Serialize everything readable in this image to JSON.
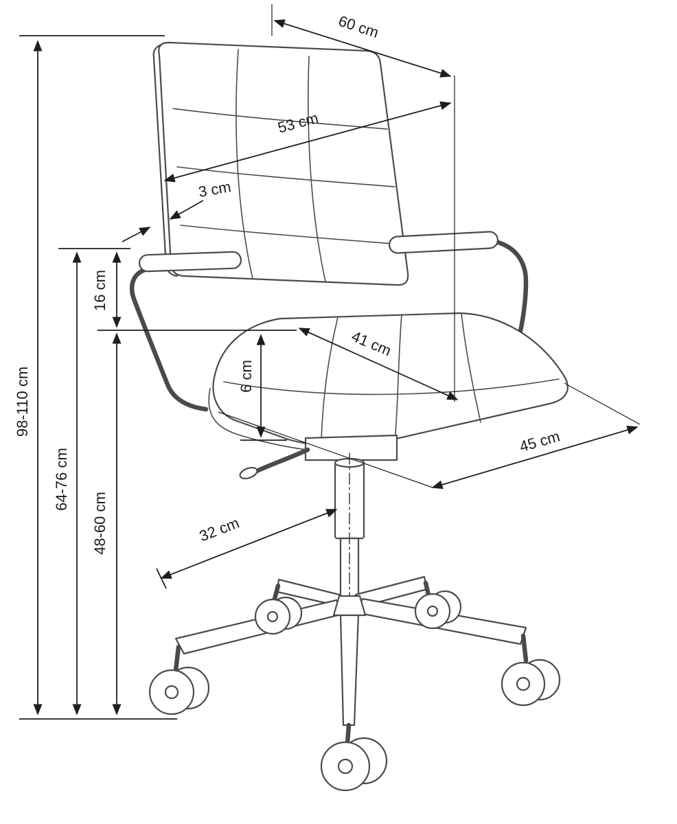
{
  "dimensions": {
    "total_height": "98-110 cm",
    "armrest_height": "64-76 cm",
    "seat_height": "48-60 cm",
    "armrest_above_seat": "16 cm",
    "seat_thickness": "6 cm",
    "backrest_thickness": "3 cm",
    "backrest_top_width": "60 cm",
    "backrest_width": "53 cm",
    "seat_width": "41 cm",
    "seat_depth": "45 cm",
    "base_leg_span": "32 cm"
  }
}
